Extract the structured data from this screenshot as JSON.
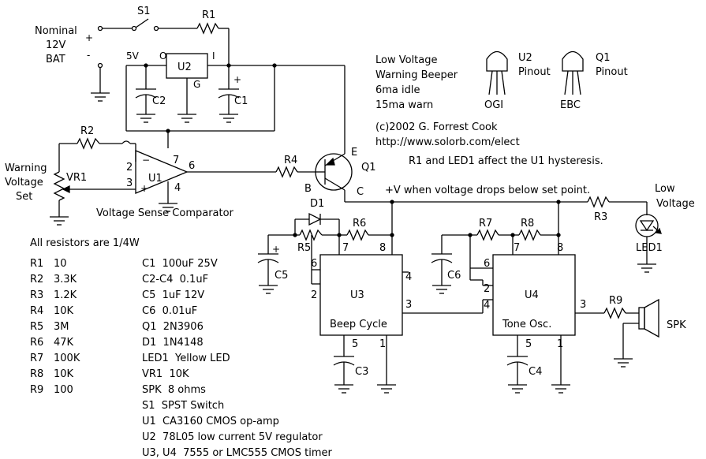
{
  "title": {
    "line1": "Low Voltage",
    "line2": "Warning Beeper",
    "line3": "6ma idle",
    "line4": "15ma warn",
    "copyright": "(c)2002 G. Forrest Cook",
    "url": "http://www.solorb.com/elect"
  },
  "notes": {
    "hysteresis": "R1 and LED1 affect the U1 hysteresis.",
    "vplus": "+V when voltage drops below set point.",
    "resistors_header": "All resistors are 1/4W"
  },
  "battery": {
    "line1": "Nominal",
    "line2": "12V",
    "line3": "BAT",
    "plus": "+",
    "minus": "-"
  },
  "pot_label": {
    "line1": "Warning",
    "line2": "Voltage",
    "line3": "Set"
  },
  "led_label": {
    "line1": "Low",
    "line2": "Voltage"
  },
  "pinouts": {
    "u2_title": "U2",
    "u2_sub": "Pinout",
    "u2_pins": "OGI",
    "q1_title": "Q1",
    "q1_sub": "Pinout",
    "q1_pins": "EBC"
  },
  "components": {
    "S1": "S1",
    "R1": "R1",
    "R2": "R2",
    "R3": "R3",
    "R4": "R4",
    "R5": "R5",
    "R6": "R6",
    "R7": "R7",
    "R8": "R8",
    "R9": "R9",
    "VR1": "VR1",
    "C1": "C1",
    "C2": "C2",
    "C3": "C3",
    "C4": "C4",
    "C5": "C5",
    "C6": "C6",
    "U1": "U1",
    "U2": "U2",
    "U3": "U3",
    "U4": "U4",
    "Q1": "Q1",
    "D1": "D1",
    "LED1": "LED1",
    "SPK": "SPK",
    "u1_desc": "Voltage Sense Comparator",
    "u3_desc": "Beep Cycle",
    "u4_desc": "Tone Osc.",
    "v5": "5V",
    "pin_O": "O",
    "pin_I": "I",
    "pin_G": "G",
    "pin_E": "E",
    "pin_B": "B",
    "pin_C": "C",
    "c_plus": "+"
  },
  "pins": {
    "u1_2": "2",
    "u1_3": "3",
    "u1_4": "4",
    "u1_6": "6",
    "u1_7": "7",
    "u3_2": "2",
    "u3_3": "3",
    "u3_4": "4",
    "u3_5": "5",
    "u3_6": "6",
    "u3_7": "7",
    "u3_8": "8",
    "u3_1": "1",
    "u4_2": "2",
    "u4_3": "3",
    "u4_4": "4",
    "u4_5": "5",
    "u4_6": "6",
    "u4_7": "7",
    "u4_8": "8",
    "u4_1": "1"
  },
  "parts_left": [
    {
      "ref": "R1",
      "value": "10"
    },
    {
      "ref": "R2",
      "value": "3.3K"
    },
    {
      "ref": "R3",
      "value": "1.2K"
    },
    {
      "ref": "R4",
      "value": "10K"
    },
    {
      "ref": "R5",
      "value": "3M"
    },
    {
      "ref": "R6",
      "value": "47K"
    },
    {
      "ref": "R7",
      "value": "100K"
    },
    {
      "ref": "R8",
      "value": "10K"
    },
    {
      "ref": "R9",
      "value": "100"
    }
  ],
  "parts_right": [
    "C1  100uF 25V",
    "C2-C4  0.1uF",
    "C5  1uF 12V",
    "C6  0.01uF",
    "Q1  2N3906",
    "D1  1N4148",
    "LED1  Yellow LED",
    "VR1  10K",
    "SPK  8 ohms",
    "S1  SPST Switch",
    "U1  CA3160 CMOS op-amp",
    "U2  78L05 low current 5V regulator",
    "U3, U4  7555 or LMC555 CMOS timer"
  ]
}
